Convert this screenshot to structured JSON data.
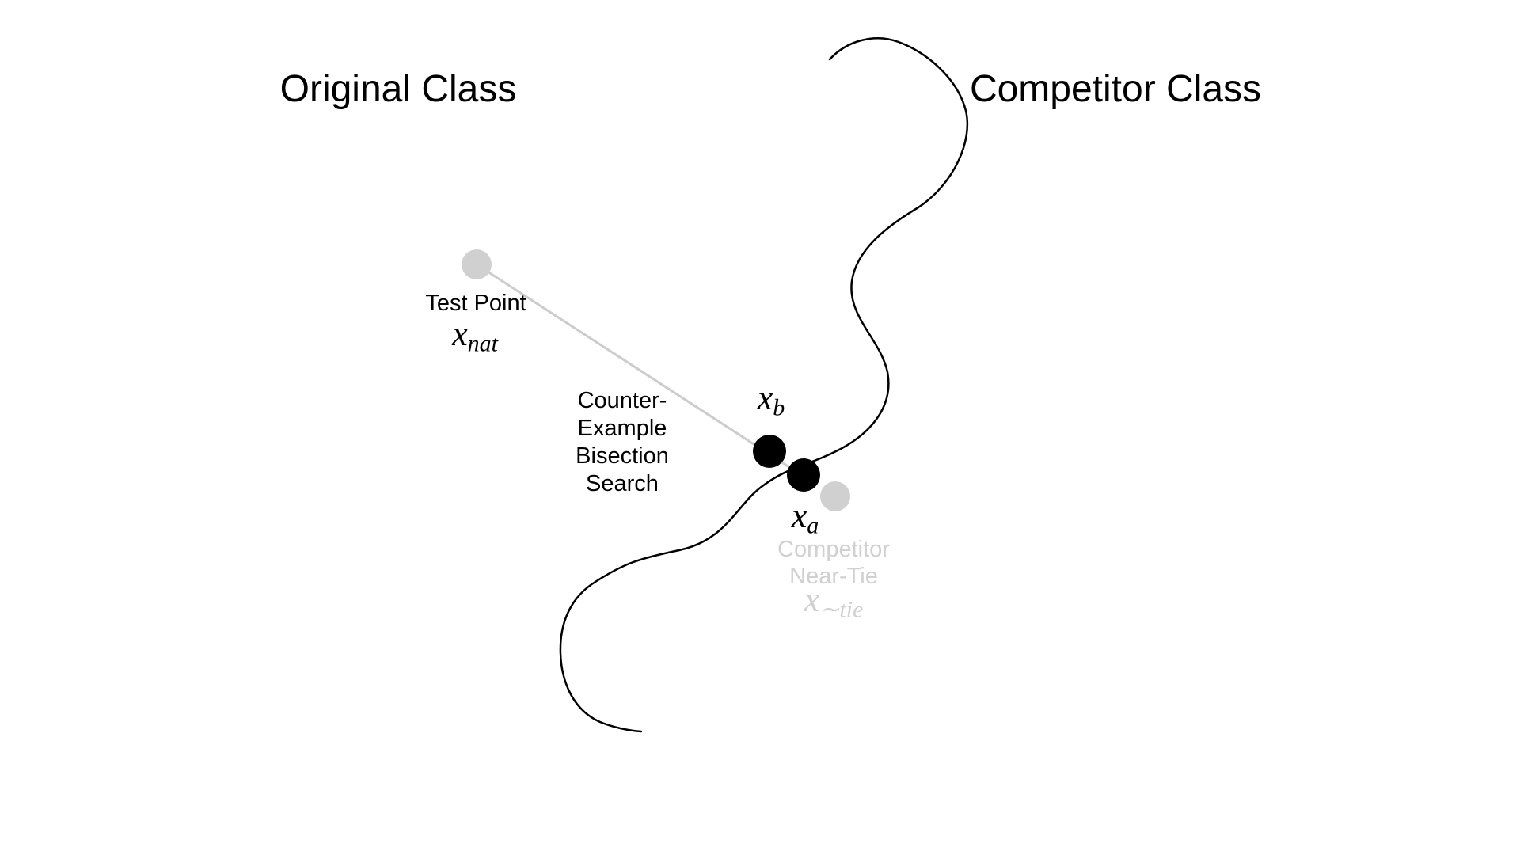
{
  "diagram": {
    "region_labels": {
      "original_class": "Original Class",
      "competitor_class": "Competitor Class"
    },
    "test_point": {
      "label": "Test Point",
      "symbol_base": "x",
      "symbol_sub": "nat"
    },
    "bisection": {
      "lines": [
        "Counter-",
        "Example",
        "Bisection",
        "Search"
      ]
    },
    "point_xb": {
      "symbol_base": "x",
      "symbol_sub": "b"
    },
    "point_xa": {
      "symbol_base": "x",
      "symbol_sub": "a"
    },
    "near_tie": {
      "label_line1": "Competitor",
      "label_line2": "Near-Tie",
      "symbol_base": "x",
      "symbol_sub": "∼tie"
    },
    "colors": {
      "background": "#ffffff",
      "black": "#000000",
      "gray_dot": "#d0d0d0",
      "gray_line": "#cccccc",
      "gray_text": "#d0d0d0"
    }
  }
}
